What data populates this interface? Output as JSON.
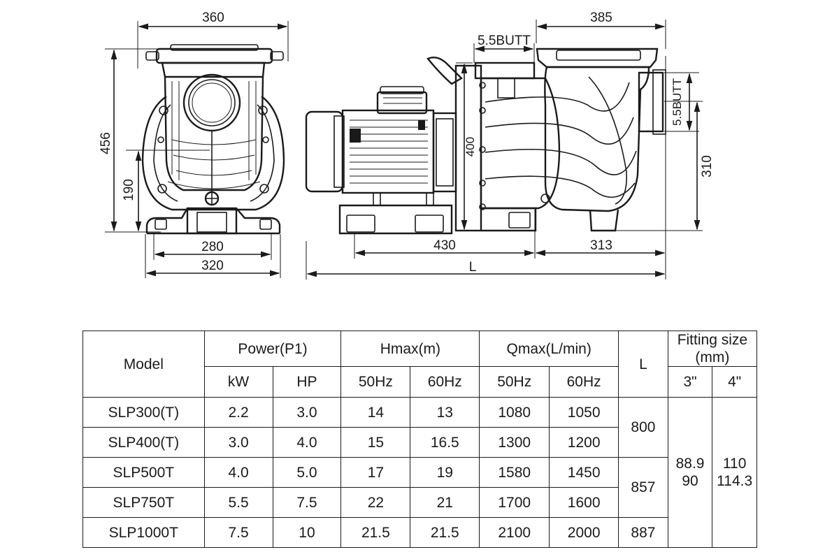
{
  "drawing": {
    "front_view": {
      "width_top": "360",
      "height_total": "456",
      "height_inlet": "190",
      "base_inner": "280",
      "base_outer": "320"
    },
    "side_view": {
      "length_right": "385",
      "outlet_label": "5.5BUTT",
      "inlet_label": "5.5BUTT",
      "flange_height": "400",
      "inlet_height": "310",
      "base_length": "430",
      "pump_length": "313",
      "total_length": "L"
    }
  },
  "table": {
    "headers": {
      "model": "Model",
      "power": "Power(P1)",
      "kw": "kW",
      "hp": "HP",
      "hmax": "Hmax(m)",
      "qmax": "Qmax(L/min)",
      "hz50": "50Hz",
      "hz60": "60Hz",
      "l": "L",
      "fitting": "Fitting size (mm)",
      "f3": "3\"",
      "f4": "4\""
    },
    "rows": [
      {
        "model": "SLP300(T)",
        "kw": "2.2",
        "hp": "3.0",
        "h50": "14",
        "h60": "13",
        "q50": "1080",
        "q60": "1050"
      },
      {
        "model": "SLP400(T)",
        "kw": "3.0",
        "hp": "4.0",
        "h50": "15",
        "h60": "16.5",
        "q50": "1300",
        "q60": "1200"
      },
      {
        "model": "SLP500T",
        "kw": "4.0",
        "hp": "5.0",
        "h50": "17",
        "h60": "19",
        "q50": "1580",
        "q60": "1450"
      },
      {
        "model": "SLP750T",
        "kw": "5.5",
        "hp": "7.5",
        "h50": "22",
        "h60": "21",
        "q50": "1700",
        "q60": "1600"
      },
      {
        "model": "SLP1000T",
        "kw": "7.5",
        "hp": "10",
        "h50": "21.5",
        "h60": "21.5",
        "q50": "2100",
        "q60": "2000"
      }
    ],
    "l_values": [
      "800",
      "857",
      "887"
    ],
    "fitting_3": [
      "88.9",
      "90"
    ],
    "fitting_4": [
      "110",
      "114.3"
    ]
  }
}
